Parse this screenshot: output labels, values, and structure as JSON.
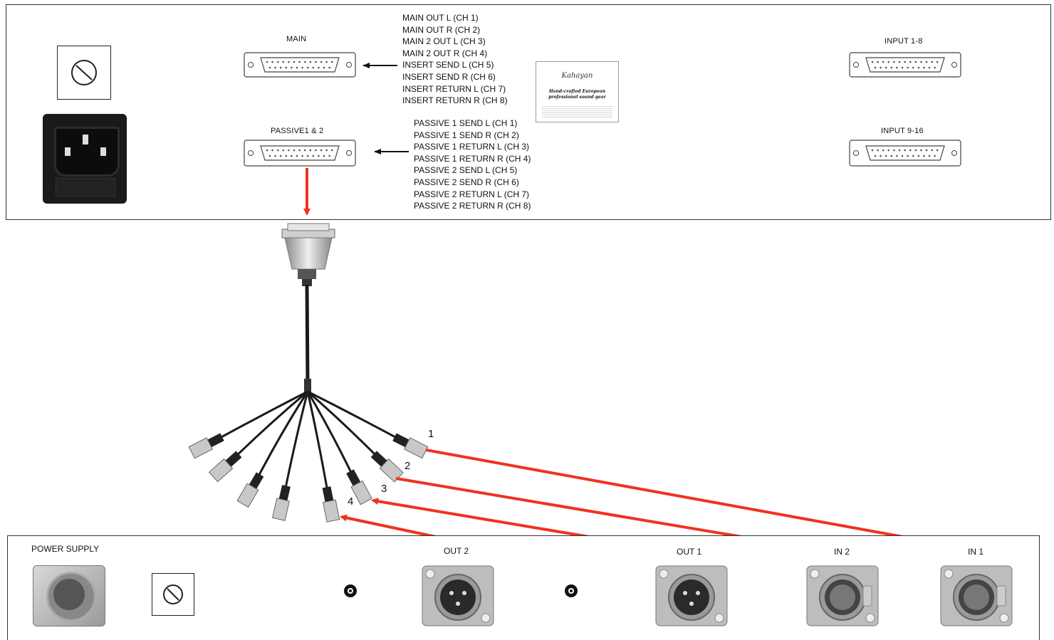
{
  "top_panel": {
    "main_label": "MAIN",
    "passive_label": "PASSIVE1 & 2",
    "input_1_8_label": "INPUT 1-8",
    "input_9_16_label": "INPUT 9-16",
    "main_channels": [
      "MAIN OUT L (CH 1)",
      "MAIN OUT R (CH 2)",
      "MAIN 2 OUT L (CH 3)",
      "MAIN 2 OUT R (CH 4)",
      "INSERT SEND L (CH 5)",
      "INSERT SEND R (CH 6)",
      "INSERT RETURN L (CH 7)",
      "INSERT RETURN R (CH 8)"
    ],
    "passive_channels": [
      "PASSIVE 1 SEND L (CH 1)",
      "PASSIVE 1 SEND R (CH 2)",
      "PASSIVE 1 RETURN L (CH 3)",
      "PASSIVE 1 RETURN R (CH 4)",
      "PASSIVE 2 SEND L (CH 5)",
      "PASSIVE 2 SEND R (CH 6)",
      "PASSIVE 2 RETURN L (CH 7)",
      "PASSIVE 2 RETURN R (CH 8)"
    ],
    "label_card": {
      "logo": "Kahayan",
      "tagline_1": "Hand-crafted European",
      "tagline_2": "professional sound gear"
    }
  },
  "cable_numbers": [
    "1",
    "2",
    "3",
    "4"
  ],
  "bottom_panel": {
    "power_supply_label": "POWER SUPPLY",
    "out2_label": "OUT 2",
    "out1_label": "OUT 1",
    "in2_label": "IN 2",
    "in1_label": "IN 1"
  },
  "colors": {
    "arrow_red": "#ee3322",
    "panel_border": "#333333",
    "connector_metal": "#a8a8a8"
  }
}
